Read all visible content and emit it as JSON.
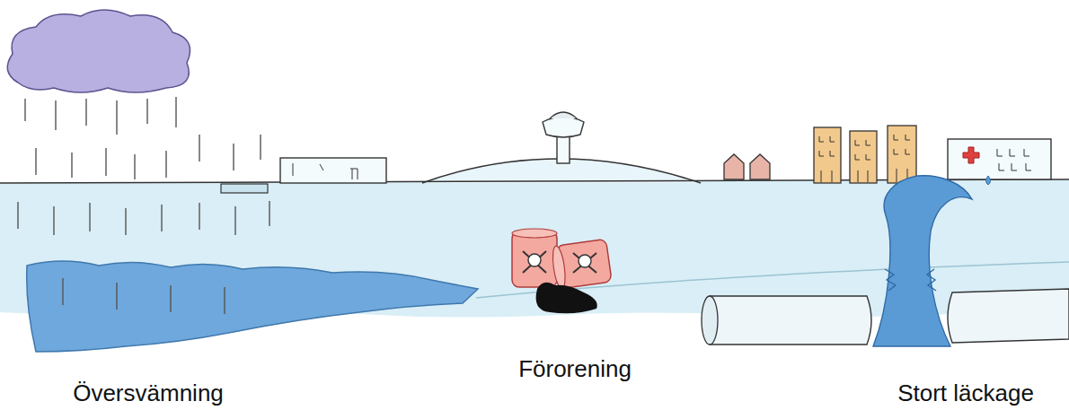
{
  "diagram": {
    "labels": [
      "Översvämning",
      "Förorening",
      "Stort läckage"
    ]
  }
}
